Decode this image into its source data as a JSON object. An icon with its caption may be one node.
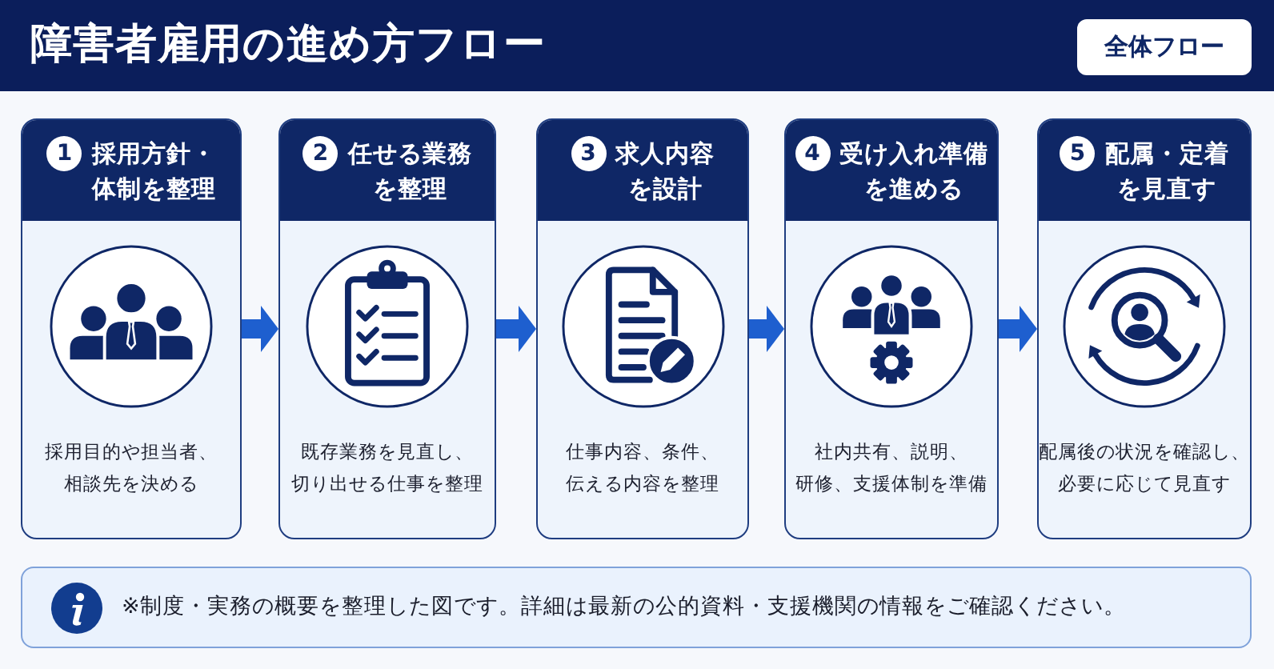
{
  "diagram": {
    "title": "障害者雇用の進め方フロー",
    "nodes": [
      {
        "text": [
          "全体フロー"
        ]
      },
      {
        "text": [
          "1",
          "採用方針・体制を整理",
          "採用目的や担当者、相談先を決める"
        ]
      },
      {
        "text": [
          "2",
          "任せる業務を整理",
          "既存業務を見直し、切り出せる仕事を整理"
        ]
      },
      {
        "text": [
          "3",
          "求人内容を設計",
          "仕事内容、条件、伝える内容を整理"
        ]
      },
      {
        "text": [
          "4",
          "受け入れ準備を進める",
          "社内共有、説明、研修、支援体制を準備"
        ]
      },
      {
        "text": [
          "5",
          "配属・定着を見直す",
          "配属後の状況を確認し、必要に応じて見直す"
        ]
      },
      {
        "text": [
          "※制度・実務の概要を整理した図です。詳細は最新の公的資料・支援機関の情報をご確認ください。"
        ]
      }
    ],
    "edges": [
      {
        "from": 1,
        "to": 2,
        "arrow": "to"
      },
      {
        "from": 2,
        "to": 3,
        "arrow": "to"
      },
      {
        "from": 3,
        "to": 4,
        "arrow": "to"
      },
      {
        "from": 4,
        "to": 5,
        "arrow": "to"
      }
    ]
  }
}
